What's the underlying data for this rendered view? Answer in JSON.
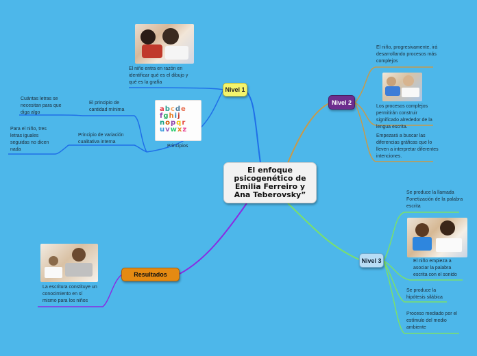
{
  "central": {
    "title": "El enfoque psicogenético de Emilia Ferreiro y Ana Teberovsky”"
  },
  "nivel1": {
    "label": "Nivel 1",
    "topic": "El niño entra en razón en identificar qué es el dibujo y qué es la grafía",
    "principios": {
      "label": "Principios",
      "items": [
        {
          "title": "El principio de cantidad mínima",
          "detail": "Cuántas letras se necesitan para que diga algo"
        },
        {
          "title": "Principio de variación cualitativa interna",
          "detail": "Para el niño, tres letras iguales seguidas no dicen nada"
        }
      ]
    }
  },
  "nivel2": {
    "label": "Nivel 2",
    "items": [
      "El niño, progresivamente, irá desarrollando procesos más complejos",
      "Los procesos complejos permitirán construir significado alrededor de la lengua escrita.",
      "Empezará a buscar las diferencias gráficas que lo lleven a interpretar diferentes intenciones."
    ]
  },
  "nivel3": {
    "label": "Nivel 3",
    "items": [
      "Se produce la llamada Fonetización de la palabra escrita",
      "El niño empieza a asociar la palabra escrita con el sonido",
      "Se produce la hipótesis silábica",
      "Proceso mediado por el estímulo del medio ambiente"
    ]
  },
  "resultados": {
    "label": "Resultados",
    "item": "La escritura constituye un conocimiento en sí mismo para los niños"
  },
  "colors": {
    "background": "#4db7ea",
    "nivel1": "#f4f46c",
    "nivel2": "#6d2d8e",
    "nivel3": "#b8ddf5",
    "resultados": "#e58a12"
  }
}
